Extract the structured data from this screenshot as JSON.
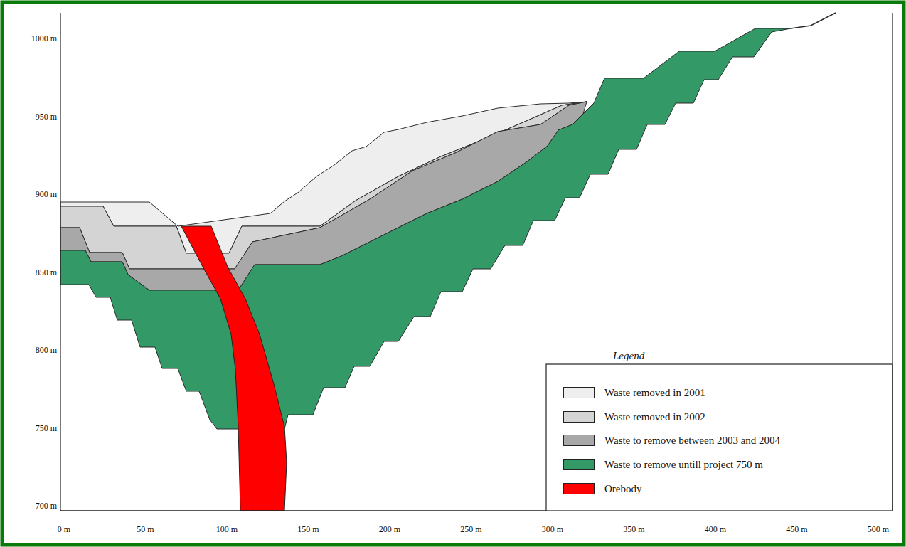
{
  "diagram": {
    "labels": [
      "1000 m",
      "950 m",
      "900 m",
      "850 m",
      "800 m",
      "750 m",
      "700 m",
      "Legend",
      "0 m",
      "50 m",
      "100 m",
      "150 m",
      "200 m",
      "250 m",
      "300 m",
      "350 m",
      "400 m",
      "450 m",
      "500 m"
    ],
    "legend": [
      {
        "text": "Waste removed in 2001",
        "color": "#eeeeee"
      },
      {
        "text": "Waste removed in 2002",
        "color": "#d4d4d4"
      },
      {
        "text": "Waste to remove between 2003 and 2004",
        "color": "#a8a8a8"
      },
      {
        "text": "Waste to remove untill project 750 m",
        "color": "#339966"
      },
      {
        "text": "Orebody",
        "color": "#ff0000"
      }
    ]
  }
}
